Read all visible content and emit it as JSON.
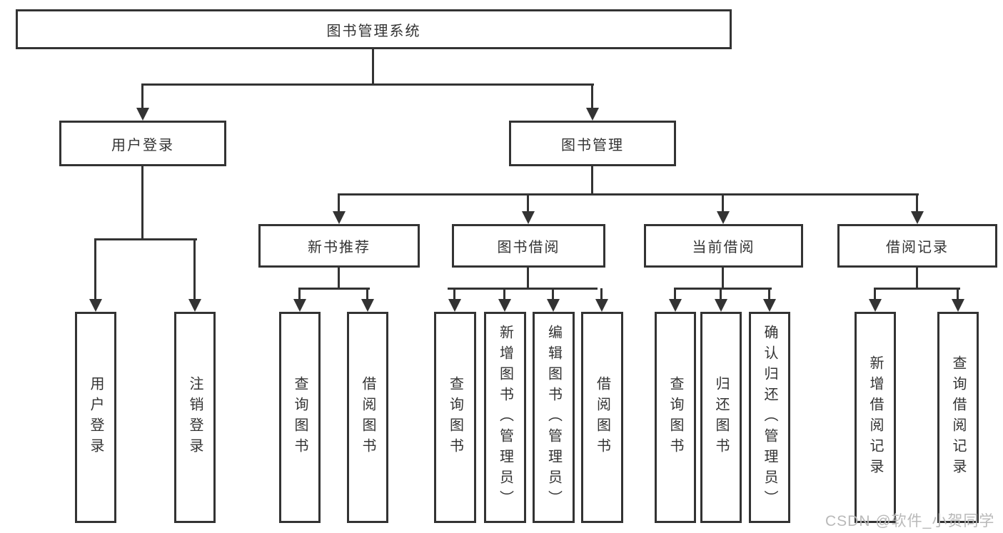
{
  "tree": {
    "root": "图书管理系统",
    "level2": [
      {
        "label": "用户登录",
        "children": [
          {
            "label": "用户登录"
          },
          {
            "label": "注销登录"
          }
        ]
      },
      {
        "label": "图书管理",
        "groups": [
          {
            "label": "新书推荐",
            "children": [
              {
                "label": "查询图书"
              },
              {
                "label": "借阅图书"
              }
            ]
          },
          {
            "label": "图书借阅",
            "children": [
              {
                "label": "查询图书"
              },
              {
                "label": "新增图书（管理员）"
              },
              {
                "label": "编辑图书（管理员）"
              },
              {
                "label": "借阅图书"
              }
            ]
          },
          {
            "label": "当前借阅",
            "children": [
              {
                "label": "查询图书"
              },
              {
                "label": "归还图书"
              },
              {
                "label": "确认归还（管理员）"
              }
            ]
          },
          {
            "label": "借阅记录",
            "children": [
              {
                "label": "新增借阅记录"
              },
              {
                "label": "查询借阅记录"
              }
            ]
          }
        ]
      }
    ]
  },
  "watermark": "CSDN @软件_小贺同学",
  "colors": {
    "line": "#333333",
    "text": "#333333",
    "background": "#ffffff",
    "watermark": "#b9b9b9"
  }
}
